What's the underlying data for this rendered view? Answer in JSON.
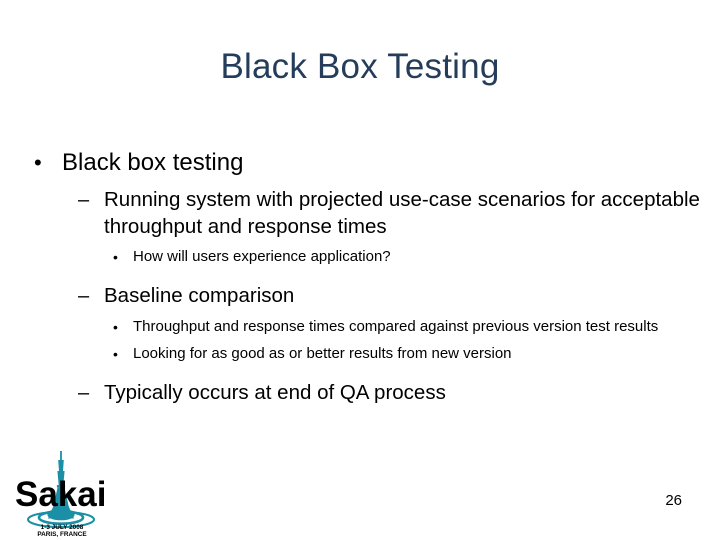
{
  "slide": {
    "title": "Black Box Testing",
    "title_color": "#253D5B",
    "background_color": "#FFFFFF",
    "body_text_color": "#000000",
    "number": "26"
  },
  "bullets": {
    "level1_marker": "•",
    "level2_marker": "–",
    "level3_marker": "•",
    "items": [
      {
        "level": 1,
        "text": "Black box testing"
      },
      {
        "level": 2,
        "text": "Running system with projected use-case scenarios for acceptable throughput and response times"
      },
      {
        "level": 3,
        "text": "How will users experience application?"
      },
      {
        "level": 2,
        "text": "Baseline comparison"
      },
      {
        "level": 3,
        "text": "Throughput and response times compared against previous version test results"
      },
      {
        "level": 3,
        "text": "Looking for as good as or better results from new version"
      },
      {
        "level": 2,
        "text": "Typically occurs at end of QA process"
      }
    ]
  },
  "logo": {
    "wordmark": "Sakai",
    "date_line": "1-3 JULY 2008",
    "place_line": "PARIS, FRANCE",
    "accent_color": "#1B8FA6",
    "wordmark_color": "#000000"
  }
}
